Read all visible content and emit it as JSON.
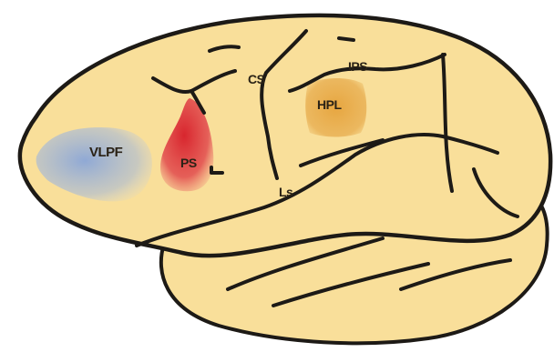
{
  "diagram": {
    "colors": {
      "background": "#ffffff",
      "brain_fill": "#f9df9a",
      "outline": "#1d1a16",
      "vlpf_region": "#8aa6d8",
      "ps_region": "#d8262e",
      "hpl_region": "#e7a640"
    },
    "labels": {
      "vlpf": "VLPF",
      "ps": "PS",
      "cs": "CS",
      "ips": "IPS",
      "hpl": "HPL",
      "ls": "Ls"
    }
  }
}
